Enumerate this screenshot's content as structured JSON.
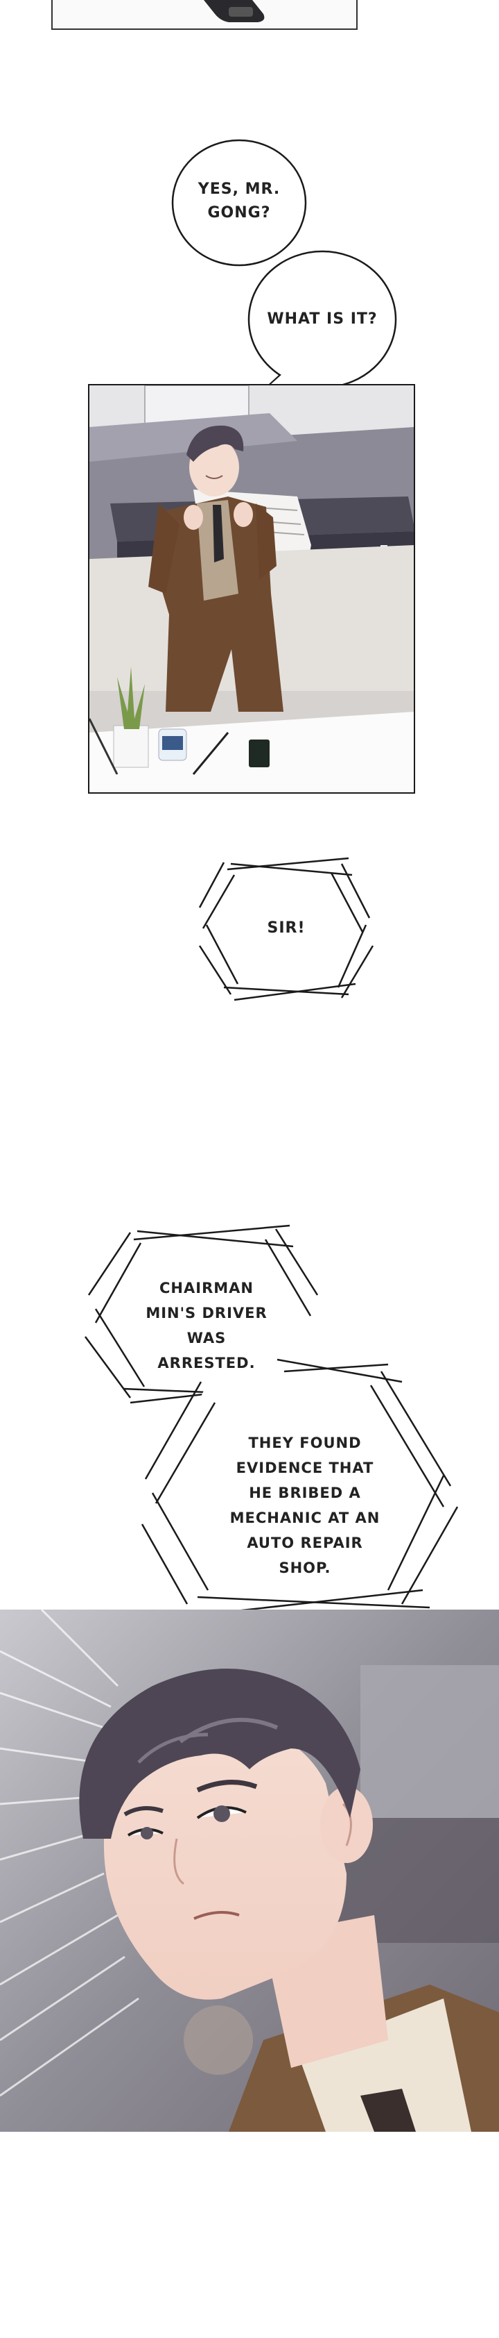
{
  "bubbles": {
    "b1": "YES, MR. GONG?",
    "b2": "WHAT IS IT?"
  },
  "boxes": {
    "sir": "SIR!",
    "chairman": "CHAIRMAN MIN'S DRIVER WAS ARRESTED.",
    "evidence": "THEY FOUND EVIDENCE THAT HE BRIBED A MECHANIC AT AN AUTO REPAIR SHOP."
  },
  "colors": {
    "bg": "#ffffff",
    "suit": "#6e4a30",
    "hair": "#4e4654",
    "bedding": "#8c8a97",
    "floor": "#d8d4d2",
    "outline": "#1a1a1a"
  }
}
